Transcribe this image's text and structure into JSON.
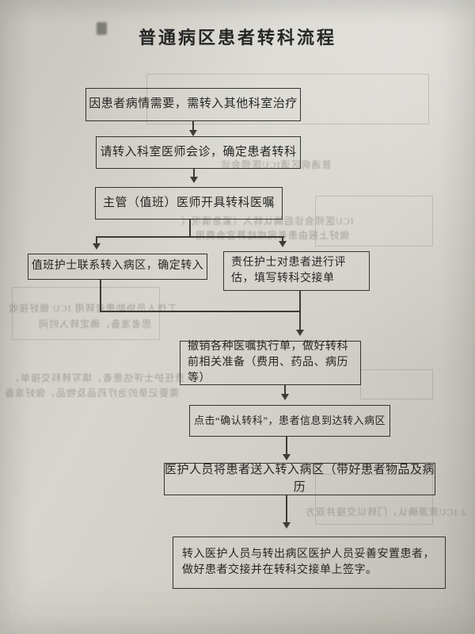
{
  "page": {
    "title": "普通病区患者转科流程"
  },
  "colors": {
    "paper": "#cfccc5",
    "ink": "#2b2b2b",
    "line": "#3b3b38",
    "bleed": "#8a887f"
  },
  "flow": {
    "type": "flowchart",
    "nodes": [
      {
        "id": "step1",
        "text": "因患者病情需要，需转入其他科室治疗"
      },
      {
        "id": "step2",
        "text": "请转入科室医师会诊，确定患者转科"
      },
      {
        "id": "step3",
        "text": "主管（值班）医师开具转科医嘱"
      },
      {
        "id": "step4a",
        "text": "值班护士联系转入病区，确定转入"
      },
      {
        "id": "step4b",
        "text": "责任护士对患者进行评估，填写转科交接单"
      },
      {
        "id": "step5",
        "text": "撤销各种医嘱执行单，做好转科前相关准备（费用、药品、病历等）"
      },
      {
        "id": "step6",
        "text": "点击“确认转科”，患者信息到达转入病区"
      },
      {
        "id": "step7",
        "text": "医护人员将患者送入转入病区（带好患者物品及病历"
      },
      {
        "id": "step8",
        "text": "转入医护人员与转出病区医护人员妥善安置患者，做好患者交接并在转科交接单上签字。"
      }
    ],
    "edges": [
      [
        "step1",
        "step2"
      ],
      [
        "step2",
        "step3"
      ],
      [
        "step3",
        "step4a"
      ],
      [
        "step3",
        "step4b"
      ],
      [
        "step4a",
        "step5"
      ],
      [
        "step4b",
        "step5"
      ],
      [
        "step5",
        "step6"
      ],
      [
        "step6",
        "step7"
      ],
      [
        "step7",
        "step8"
      ]
    ]
  },
  "bleed": {
    "fragments": [
      {
        "text": "普通病区请ICU医师会诊"
      },
      {
        "text": "ICU医师会诊后确认转入（紧急情况（"
      },
      {
        "text": "做好上报由患者完成结算宜会费用"
      },
      {
        "text": "工作人员协助患者转用 ICU 做好接收"
      },
      {
        "text": "思者准备、确定转入时间"
      },
      {
        "text": "责任护士评估患者，填写转科交接单，"
      },
      {
        "text": "需要记录的治疗药品及物品，做好准备"
      },
      {
        "text": "2 ICU资源确认，门转以交接并双方"
      }
    ]
  }
}
